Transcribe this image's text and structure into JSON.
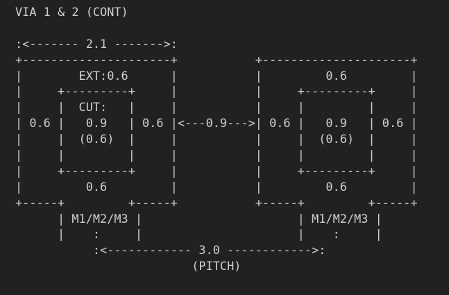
{
  "diagram": {
    "lines": [
      "VIA 1 & 2 (CONT)",
      "",
      ":<------- 2.1 ------->:",
      "+---------------------+           +---------------------+",
      "|        EXT:0.6      |           |         0.6         |",
      "|     +---------+     |           |     +---------+     |",
      "|     |  CUT:   |     |           |     |         |     |",
      "| 0.6 |   0.9   | 0.6 |<---0.9--->| 0.6 |   0.9   | 0.6 |",
      "|     |  (0.6)  |     |           |     |  (0.6)  |     |",
      "|     |         |     |           |     |         |     |",
      "|     +---------+     |           |     +---------+     |",
      "|         0.6         |           |         0.6         |",
      "+-----+         +-----+           +-----+         +-----+",
      "      | M1/M2/M3 |                      | M1/M2/M3 |",
      "      |    :     |                      |    :     |",
      "           :<------------ 3.0 ------------>:",
      "                         (PITCH)"
    ]
  }
}
